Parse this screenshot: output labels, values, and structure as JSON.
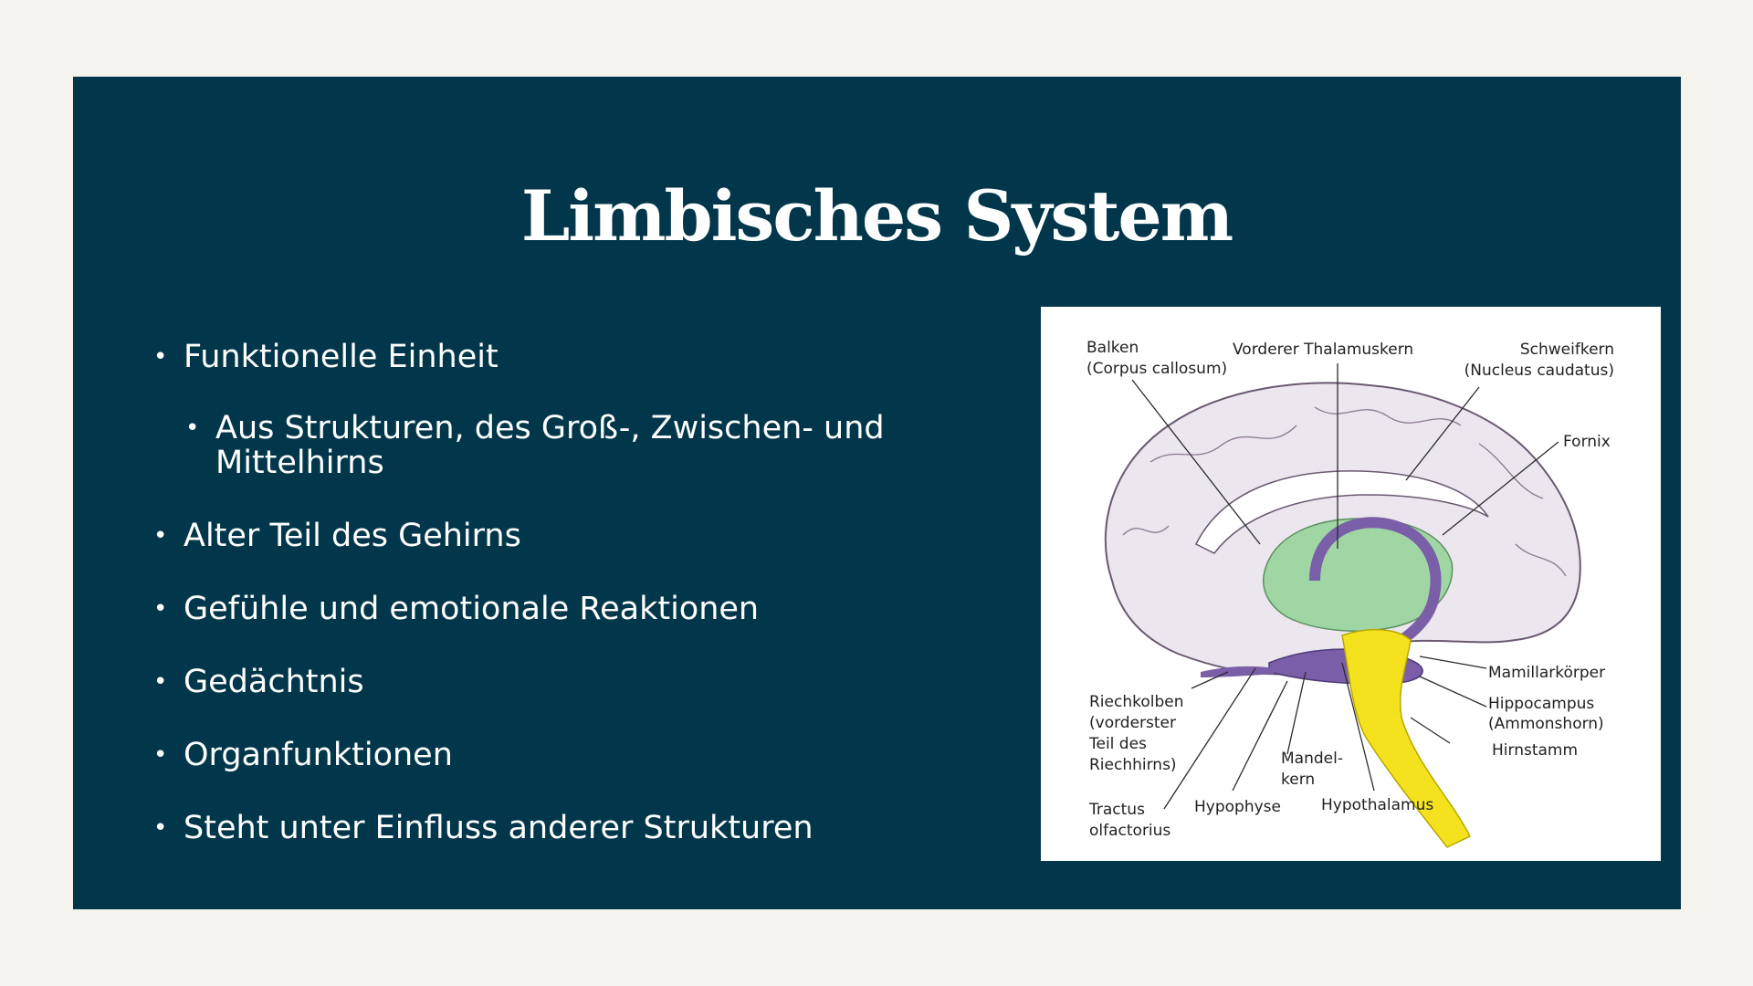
{
  "slide": {
    "title": "Limbisches System",
    "bullets": [
      {
        "text": "Funktionelle Einheit",
        "level": 1
      },
      {
        "text": "Aus Strukturen, des Groß-, Zwischen- und Mittelhirns",
        "level": 2
      },
      {
        "text": "Alter Teil des Gehirns",
        "level": 1
      },
      {
        "text": "Gefühle und emotionale Reaktionen",
        "level": 1
      },
      {
        "text": "Gedächtnis",
        "level": 1
      },
      {
        "text": "Organfunktionen",
        "level": 1
      },
      {
        "text": "Steht unter Einfluss anderer Strukturen",
        "level": 1
      }
    ]
  },
  "figure": {
    "labels": {
      "balken_1": "Balken",
      "balken_2": "(Corpus callosum)",
      "thalamus": "Vorderer Thalamuskern",
      "schweif_1": "Schweifkern",
      "schweif_2": "(Nucleus caudatus)",
      "fornix": "Fornix",
      "mamillar": "Mamillarkörper",
      "hippo_1": "Hippocampus",
      "hippo_2": "(Ammonshorn)",
      "hirnstamm": "Hirnstamm",
      "riech_1": "Riechkolben",
      "riech_2": "(vorderster",
      "riech_3": "Teil des",
      "riech_4": "Riechhirns)",
      "mandel_1": "Mandel-",
      "mandel_2": "kern",
      "tractus_1": "Tractus",
      "tractus_2": "olfactorius",
      "hypophyse": "Hypophyse",
      "hypothalamus": "Hypothalamus"
    },
    "colors": {
      "cortex": "#ece6ee",
      "limbic_green": "#9fd6a4",
      "limbic_purple": "#7a5ea8",
      "brainstem_yellow": "#f5e21f",
      "slide_bg": "#02374b"
    }
  }
}
